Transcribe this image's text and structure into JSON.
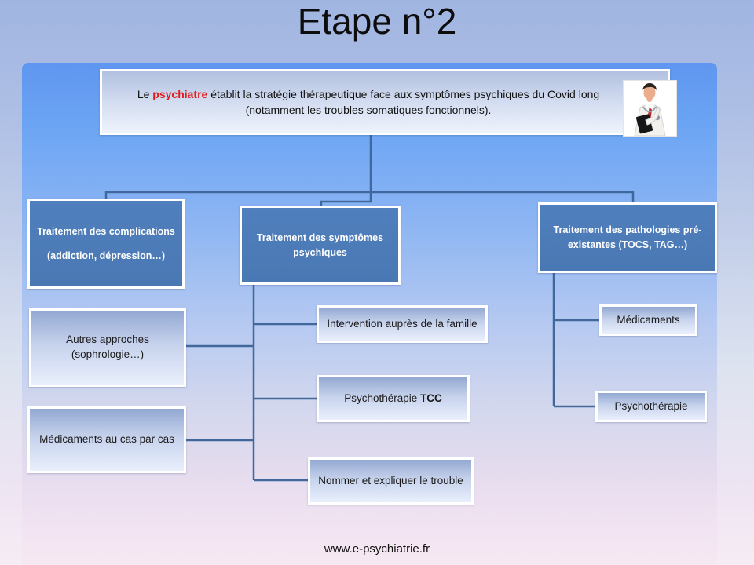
{
  "slide": {
    "title": "Etape n°2",
    "footer": "www.e-psychiatrie.fr"
  },
  "root_box": {
    "prefix": "Le ",
    "keyword": "psychiatre",
    "suffix": " établit la stratégie thérapeutique face aux symptômes psychiques du Covid long (notamment les troubles somatiques fonctionnels).",
    "icon": "doctor-clipart"
  },
  "branches": [
    {
      "title_line1": "Traitement des complications",
      "title_line2": "(addiction, dépression…)",
      "children": [
        {
          "line1": "Autres approches",
          "line2": "(sophrologie…)"
        },
        {
          "line1": "Médicaments au cas par cas"
        }
      ]
    },
    {
      "title": "Traitement des symptômes psychiques",
      "children": [
        {
          "label": "Intervention auprès de la famille"
        },
        {
          "label_prefix": "Psychothérapie ",
          "label_bold": "TCC"
        },
        {
          "label": "Nommer et expliquer le trouble"
        }
      ]
    },
    {
      "title": "Traitement des pathologies pré-existantes (TOCS, TAG…)",
      "children": [
        {
          "label": "Médicaments"
        },
        {
          "label": "Psychothérapie"
        }
      ]
    }
  ],
  "colors": {
    "branch_fill": "#4b7ab6",
    "child_fill_top": "#93a8d2",
    "child_fill_bottom": "#e9effc",
    "connector": "#41689c",
    "keyword_red": "#e21b1b",
    "panel_top_blue": "#5f96f0",
    "panel_bottom_pink": "#f6e9f3"
  }
}
